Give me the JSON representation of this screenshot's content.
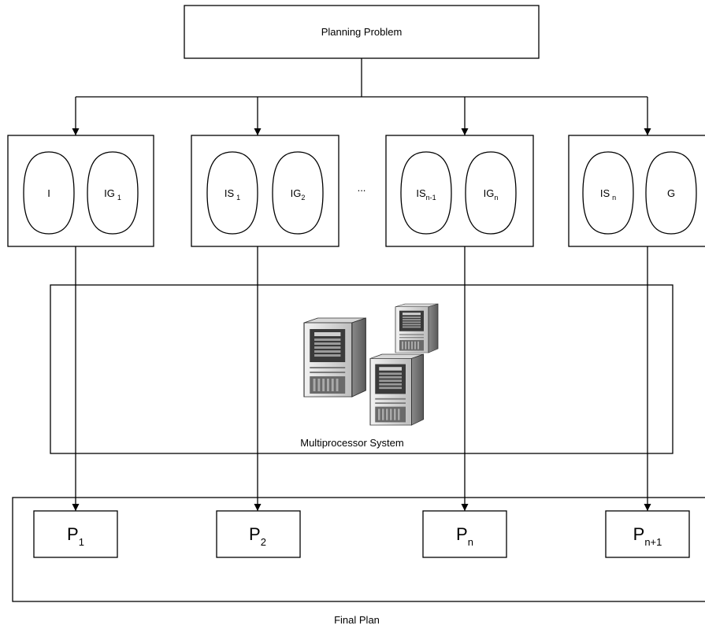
{
  "diagram": {
    "top_box_label": "Planning Problem",
    "ellipsis": "...",
    "subproblems": [
      {
        "left": {
          "base": "I",
          "sub": ""
        },
        "right": {
          "base": "IG",
          "sub": "1"
        }
      },
      {
        "left": {
          "base": "IS",
          "sub": "1"
        },
        "right": {
          "base": "IG",
          "sub": "2"
        }
      },
      {
        "left": {
          "base": "IS",
          "sub": "n-1"
        },
        "right": {
          "base": "IG",
          "sub": "n"
        }
      },
      {
        "left": {
          "base": "IS",
          "sub": "n"
        },
        "right": {
          "base": "G",
          "sub": ""
        }
      }
    ],
    "system_label": "Multiprocessor System",
    "plans": [
      {
        "base": "P",
        "sub": "1"
      },
      {
        "base": "P",
        "sub": "2"
      },
      {
        "base": "P",
        "sub": "n"
      },
      {
        "base": "P",
        "sub": "n+1"
      }
    ],
    "final_label": "Final Plan"
  }
}
